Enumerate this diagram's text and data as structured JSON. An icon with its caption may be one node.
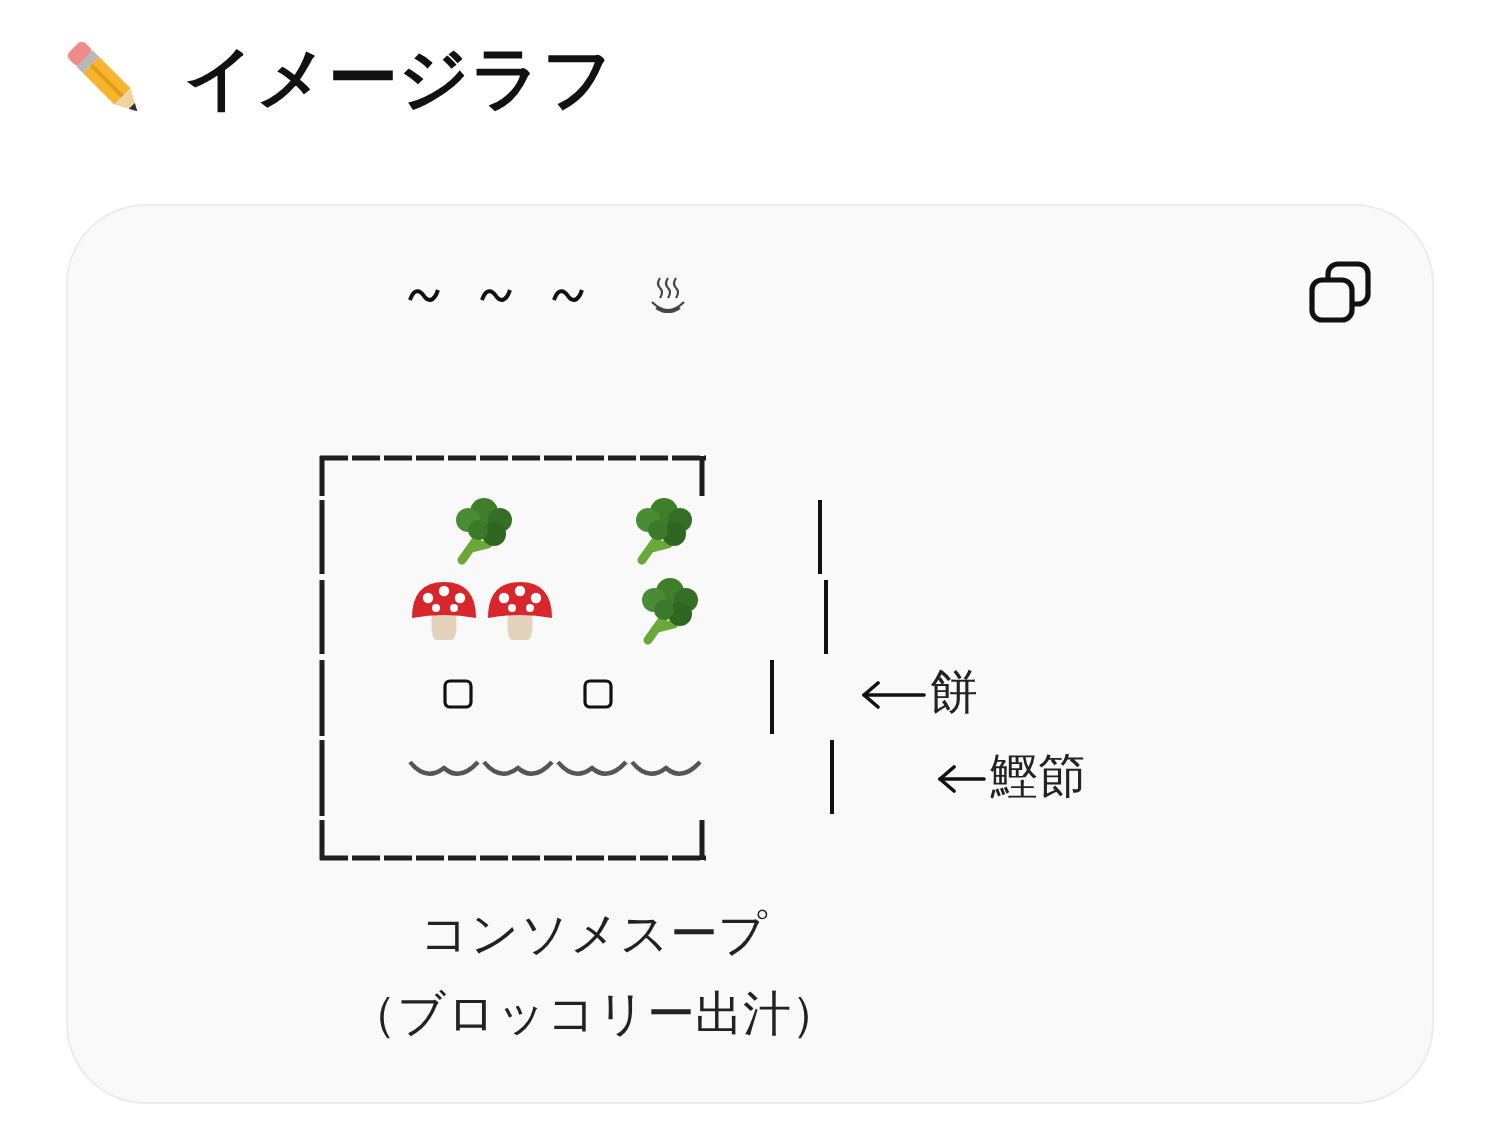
{
  "diagram": {
    "title": "イメージラフ",
    "nodes": [
      {
        "text": [
          "餅"
        ]
      },
      {
        "text": [
          "鰹節"
        ]
      }
    ],
    "edges": [
      {
        "from": 0,
        "to": null,
        "arrow": "to"
      },
      {
        "from": 1,
        "to": null,
        "arrow": "to"
      }
    ],
    "labels": [
      "コンソメスープ",
      "（ブロッコリー出汁）"
    ]
  }
}
